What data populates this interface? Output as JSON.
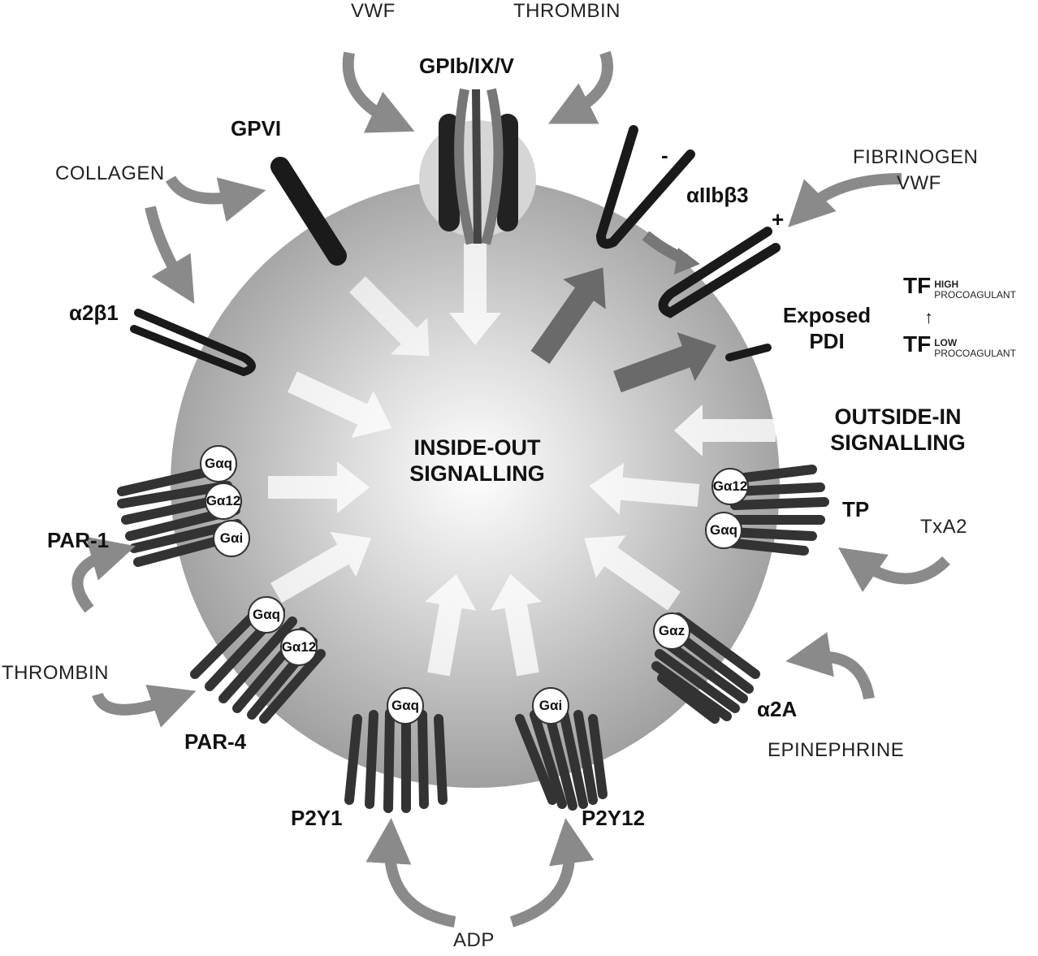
{
  "agonists": {
    "vwf_top": "VWF",
    "thrombin_top": "THROMBIN",
    "collagen": "COLLAGEN",
    "fibrinogen": "FIBRINOGEN",
    "vwf_right": "VWF",
    "txa2": "TxA2",
    "thrombin_left": "THROMBIN",
    "epinephrine": "EPINEPHRINE",
    "adp": "ADP"
  },
  "receptors": {
    "gpib_ix_v": "GPIb/IX/V",
    "gpvi": "GPVI",
    "a2b1": "α2β1",
    "aiib_b3": "αIIbβ3",
    "minus": "-",
    "plus": "+",
    "exposed_pdi": "Exposed PDI",
    "par1": "PAR-1",
    "par4": "PAR-4",
    "p2y1": "P2Y1",
    "p2y12": "P2Y12",
    "a2a": "α2A",
    "tp": "TP"
  },
  "tf": {
    "high": "TF",
    "high_note": [
      "HIGH",
      "PROCOAGULANT"
    ],
    "low": "TF",
    "low_note": [
      "LOW",
      "PROCOAGULANT"
    ]
  },
  "center": {
    "inside_out": "INSIDE-OUT SIGNALLING",
    "outside_in": "OUTSIDE-IN SIGNALLING"
  },
  "g_proteins": {
    "par1": [
      "Gαq",
      "Gα12",
      "Gαi"
    ],
    "par4": [
      "Gαq",
      "Gα12"
    ],
    "p2y1": [
      "Gαq"
    ],
    "p2y12": [
      "Gαi"
    ],
    "a2a": [
      "Gαz"
    ],
    "tp": [
      "Gα12",
      "Gαq"
    ]
  }
}
